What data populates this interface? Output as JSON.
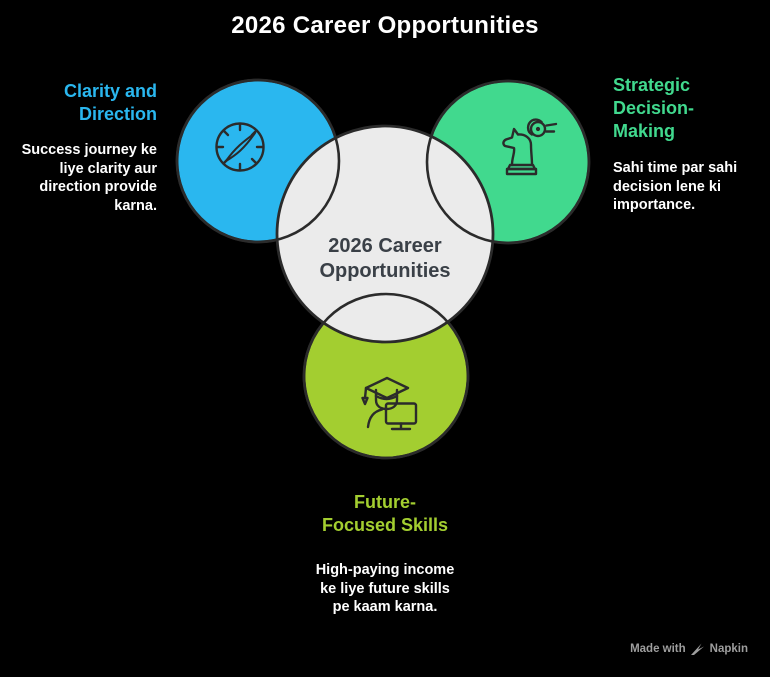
{
  "colors": {
    "background": "#000000",
    "title": "#ffffff",
    "body_text": "#ffffff",
    "blue": "#2ab7ef",
    "green": "#41d98e",
    "lime": "#a3ce30",
    "center_fill": "#ebebeb",
    "outline": "#2b2b2b",
    "center_text": "#3a4047",
    "footer_text": "#9e9e9e"
  },
  "title": "2026 Career Opportunities",
  "center_circle": {
    "label": "2026 Career\nOpportunities"
  },
  "sections": {
    "clarity": {
      "heading": "Clarity and\nDirection",
      "body": "Success journey ke\nliye clarity aur\ndirection provide\nkarna.",
      "icon": "compass-icon"
    },
    "strategic": {
      "heading": "Strategic\nDecision-\nMaking",
      "body": "Sahi time par sahi\ndecision lene ki\nimportance.",
      "icon": "chess-knight-search-icon"
    },
    "future": {
      "heading": "Future-\nFocused Skills",
      "body": "High-paying income\nke liye future skills\npe kaam karna.",
      "icon": "graduation-monitor-icon"
    }
  },
  "footer": {
    "made_with_label": "Made with",
    "brand_label": "Napkin",
    "icon": "napkin-logo-icon"
  }
}
